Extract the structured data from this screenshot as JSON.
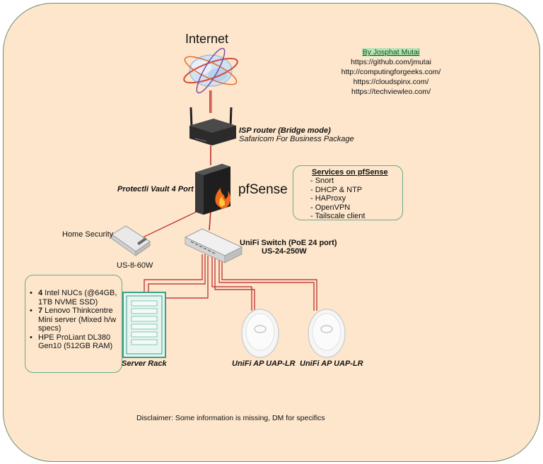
{
  "title": "Internet",
  "author": {
    "by": "By Josphat Mutai",
    "links": [
      "https://github.com/jmutai",
      "http://computingforgeeks.com/",
      "https://cloudspinx.com/",
      "https://techviewleo.com/"
    ]
  },
  "isp_router": {
    "name": "ISP router (Bridge mode)",
    "package": "Safaricom For Business Package"
  },
  "firewall": {
    "hardware": "Protectli Vault 4 Port",
    "software": "pfSense"
  },
  "services": {
    "heading": "Services on pfSense",
    "items": [
      "- Snort",
      "- DHCP & NTP",
      "- HAProxy",
      "- OpenVPN",
      "- Tailscale client"
    ]
  },
  "home_security": {
    "label": "Home Security",
    "model": "US-8-60W"
  },
  "switch": {
    "name": "UniFi Switch (PoE 24 port)",
    "model": "US-24-250W"
  },
  "rack": {
    "label": "Server Rack",
    "items": [
      {
        "count": "4",
        "text": " Intel NUCs (@64GB, 1TB NVME SSD)"
      },
      {
        "count": "7",
        "text": " Lenovo Thinkcentre Mini server (Mixed h/w specs)"
      },
      {
        "count": "",
        "text": "HPE ProLiant DL380 Gen10 (512GB RAM)"
      }
    ]
  },
  "access_points": [
    {
      "label": "UniFi AP UAP-LR"
    },
    {
      "label": "UniFi AP UAP-LR"
    }
  ],
  "disclaimer": "Disclaimer: Some information is missing, DM for specifics",
  "colors": {
    "background": "#fde6cc",
    "border": "#6e8f6e",
    "cable": "#b52222",
    "box_border": "#6aa88c"
  }
}
